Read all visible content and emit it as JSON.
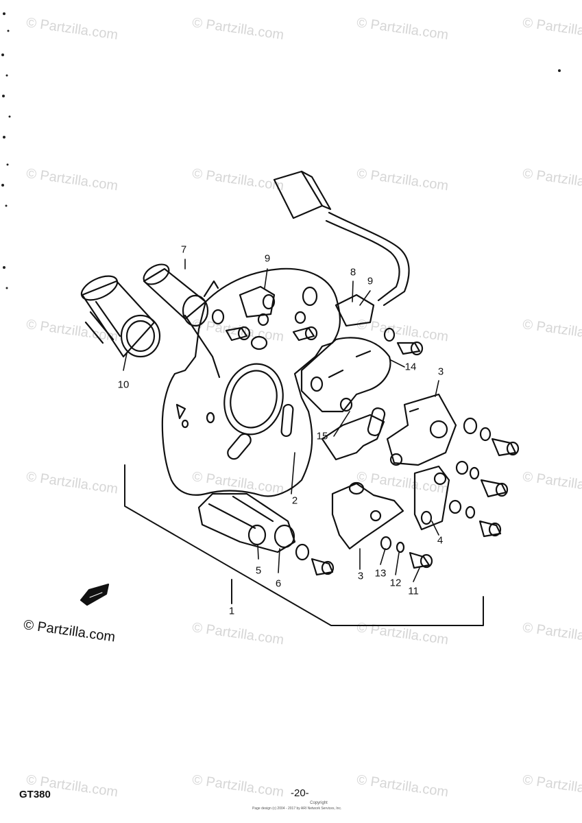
{
  "watermark": "© Partzilla.com",
  "corner_watermark": "© Partzilla.com",
  "model_code": "GT380",
  "page_number": "-20-",
  "copyright_line": "Copyright",
  "credit_line": "Page design (c) 2004 - 2017 by ARI Network Services, Inc.",
  "callouts": {
    "c1": "1",
    "c2": "2",
    "c3a": "3",
    "c3b": "3",
    "c4": "4",
    "c5": "5",
    "c6": "6",
    "c7": "7",
    "c8": "8",
    "c9a": "9",
    "c9b": "9",
    "c10": "10",
    "c11": "11",
    "c12": "12",
    "c13": "13",
    "c14": "14",
    "c15": "15"
  }
}
